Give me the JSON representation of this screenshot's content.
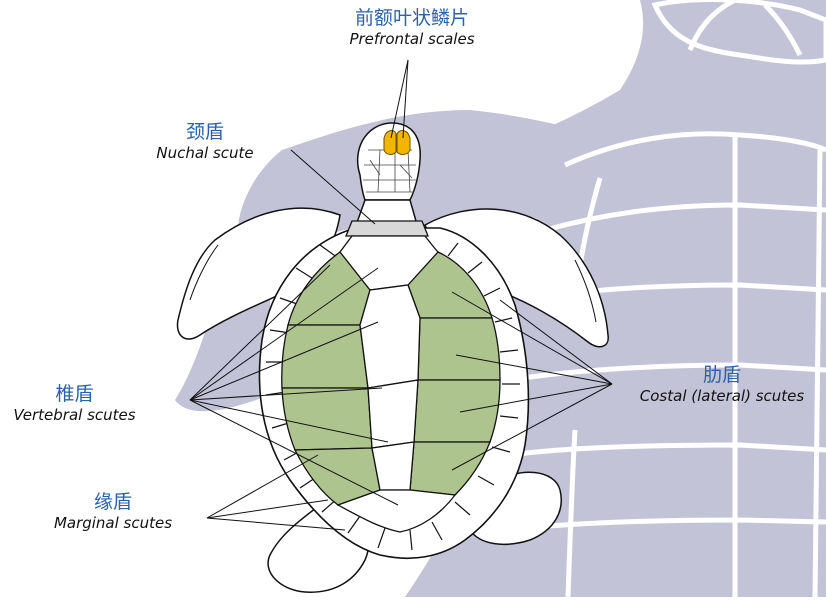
{
  "labels": {
    "prefrontal": {
      "zh": "前额叶状鳞片",
      "en": "Prefrontal scales"
    },
    "nuchal": {
      "zh": "颈盾",
      "en": "Nuchal scute"
    },
    "vertebral": {
      "zh": "椎盾",
      "en": "Vertebral scutes"
    },
    "marginal": {
      "zh": "缘盾",
      "en": "Marginal scutes"
    },
    "costal": {
      "zh": "肋盾",
      "en": "Costal (lateral) scutes"
    }
  },
  "colors": {
    "background_shape": "#c3c3d8",
    "costal_fill": "#aec48f",
    "prefrontal_fill": "#f2b600",
    "nuchal_fill": "#d8d8d8",
    "outline": "#111111",
    "label_zh": "#2e62a8"
  }
}
